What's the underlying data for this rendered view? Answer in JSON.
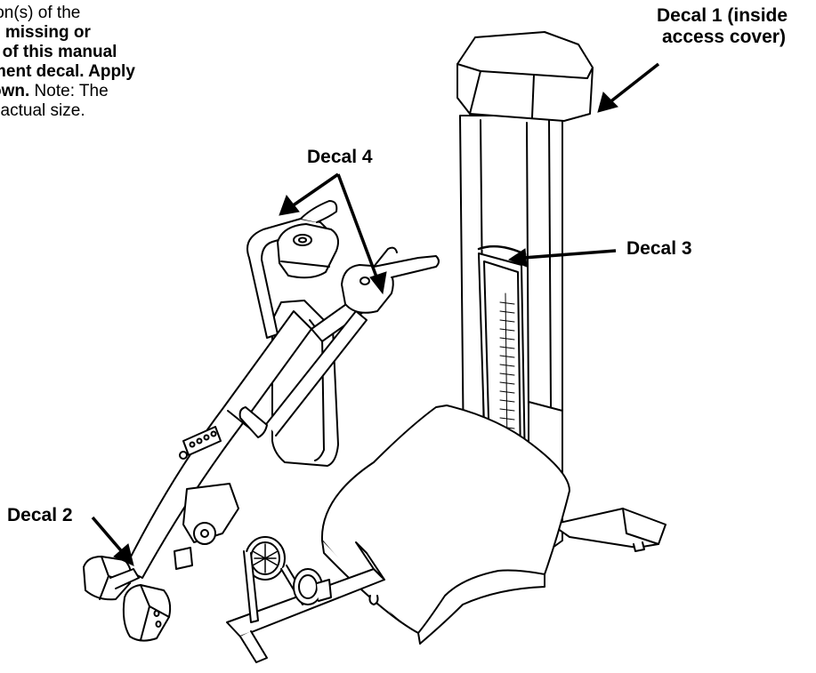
{
  "intro": {
    "lines": [
      {
        "plain": "ion(s) of the",
        "bold": "",
        "plain_after": ""
      },
      {
        "plain": "",
        "bold": "s missing or",
        "plain_after": ""
      },
      {
        "plain": "",
        "bold": "r of this manual",
        "plain_after": ""
      },
      {
        "plain": "",
        "bold": "ment decal. Apply",
        "plain_after": ""
      },
      {
        "plain": "",
        "bold": "own.",
        "plain_after": " Note: The"
      },
      {
        "plain": "t actual size.",
        "bold": "",
        "plain_after": ""
      }
    ]
  },
  "labels": {
    "decal1_line1": "Decal 1 (inside",
    "decal1_line2": "access cover)",
    "decal2": "Decal 2",
    "decal3": "Decal 3",
    "decal4": "Decal 4"
  }
}
